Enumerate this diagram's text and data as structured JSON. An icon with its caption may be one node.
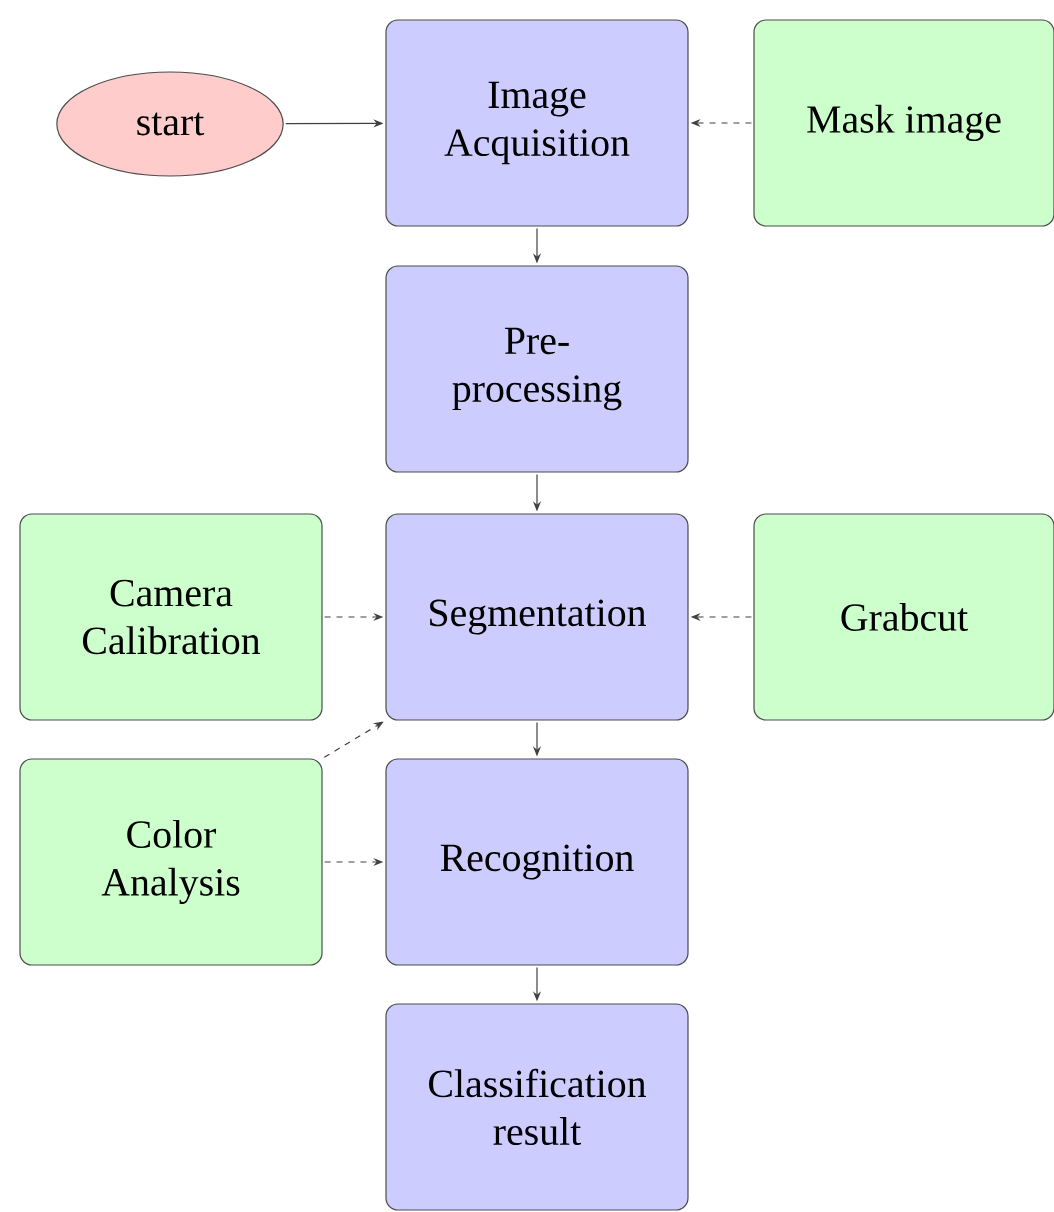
{
  "diagram": {
    "nodes": [
      {
        "text": [
          "start"
        ]
      },
      {
        "text": [
          "Image Acquisition"
        ]
      },
      {
        "text": [
          "Mask image"
        ]
      },
      {
        "text": [
          "Pre-processing"
        ]
      },
      {
        "text": [
          "Camera Calibration"
        ]
      },
      {
        "text": [
          "Segmentation"
        ]
      },
      {
        "text": [
          "Grabcut"
        ]
      },
      {
        "text": [
          "Color Analysis"
        ]
      },
      {
        "text": [
          "Recognition"
        ]
      },
      {
        "text": [
          "Classification result"
        ]
      }
    ],
    "edges": [
      {
        "from": 0,
        "to": 1,
        "arrow": "to"
      },
      {
        "from": 2,
        "to": 1,
        "arrow": "to",
        "style": "dashed"
      },
      {
        "from": 1,
        "to": 3,
        "arrow": "to"
      },
      {
        "from": 3,
        "to": 5,
        "arrow": "to"
      },
      {
        "from": 4,
        "to": 5,
        "arrow": "to",
        "style": "dashed"
      },
      {
        "from": 6,
        "to": 5,
        "arrow": "to",
        "style": "dashed"
      },
      {
        "from": 7,
        "to": 5,
        "arrow": "to",
        "style": "dashed"
      },
      {
        "from": 5,
        "to": 8,
        "arrow": "to"
      },
      {
        "from": 7,
        "to": 8,
        "arrow": "to",
        "style": "dashed"
      },
      {
        "from": 8,
        "to": 9,
        "arrow": "to"
      }
    ]
  }
}
